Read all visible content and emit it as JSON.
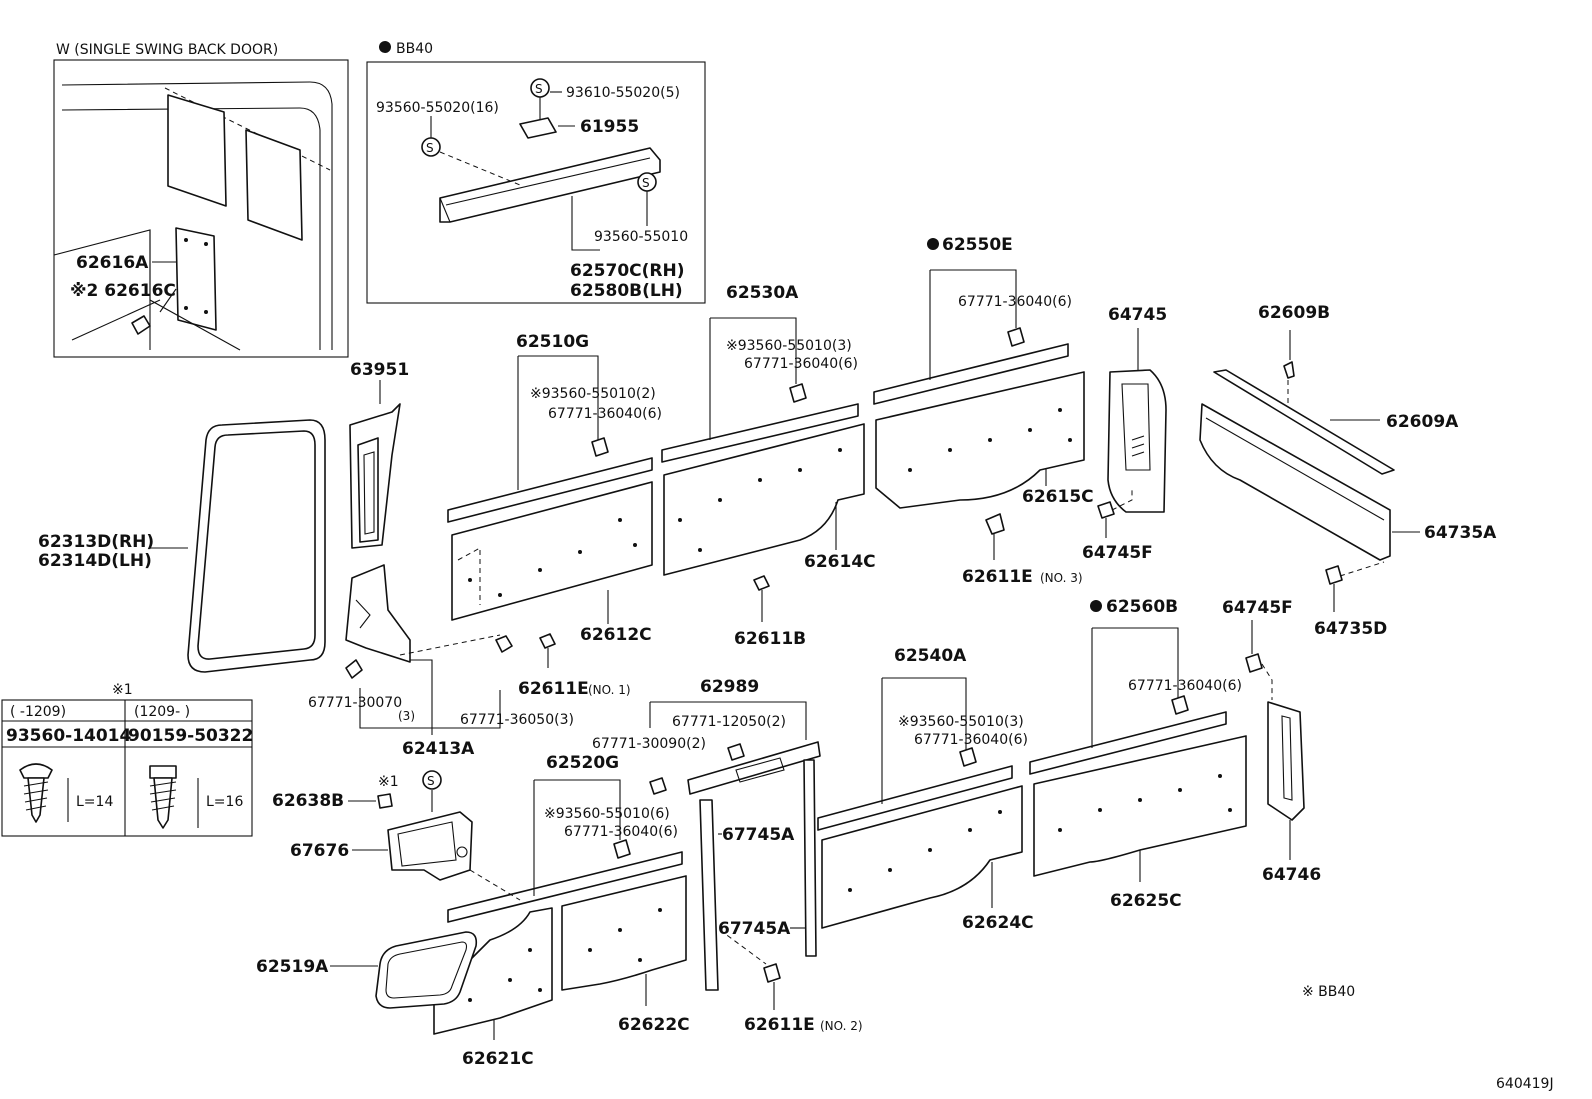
{
  "inset_left": {
    "title": "W (SINGLE SWING BACK DOOR)",
    "labels": [
      "62616A",
      "※2 62616C"
    ]
  },
  "inset_right": {
    "title": "BB40",
    "labels": [
      "93560-55020(16)",
      "93610-55020(5)",
      "61955",
      "93560-55010",
      "62570C(RH)",
      "62580B(LH)"
    ]
  },
  "table": {
    "note": "※1",
    "col1_header": "(   -1209)",
    "col2_header": "(1209-   )",
    "col1_part": "93560-14014",
    "col2_part": "90159-50322",
    "col1_length": "L=14",
    "col2_length": "L=16"
  },
  "labels": {
    "p62313": "62313D(RH)",
    "p62314": "62314D(LH)",
    "p63951": "63951",
    "p62510": "62510G",
    "p62510_a": "※93560-55010(2)",
    "p62510_b": "67771-36040(6)",
    "p62530": "62530A",
    "p62530_a": "※93560-55010(3)",
    "p62530_b": "67771-36040(6)",
    "p62550": "62550E",
    "p62550_a": "67771-36040(6)",
    "p64745": "64745",
    "p62609b": "62609B",
    "p62609a": "62609A",
    "p64735a": "64735A",
    "p64735d": "64735D",
    "p64745f1": "64745F",
    "p64745f2": "64745F",
    "p62615": "62615C",
    "p62611e3": "62611E",
    "p62611e3n": "(NO. 3)",
    "p62614": "62614C",
    "p62612": "62612C",
    "p62611b": "62611B",
    "p62611e1": "62611E",
    "p62611e1n": "(NO. 1)",
    "p67771_30070": "67771-30070",
    "p67771_30070q": "(3)",
    "p67771_36050": "67771-36050(3)",
    "p62413": "62413A",
    "p62989": "62989",
    "p62989_a": "67771-12050(2)",
    "p62989_b": "67771-30090(2)",
    "p62520": "62520G",
    "p62520_a": "※93560-55010(6)",
    "p62520_b": "67771-36040(6)",
    "p67745a1": "67745A",
    "p67745a2": "67745A",
    "p62540": "62540A",
    "p62540_a": "※93560-55010(3)",
    "p62540_b": "67771-36040(6)",
    "p62560": "62560B",
    "p62560_a": "67771-36040(6)",
    "p64746": "64746",
    "p62624": "62624C",
    "p62625": "62625C",
    "p62638": "62638B",
    "p62638_note": "※1",
    "p67676": "67676",
    "p62519": "62519A",
    "p62621": "62621C",
    "p62622": "62622C",
    "p62611e2": "62611E",
    "p62611e2n": "(NO. 2)",
    "footnote": "※ BB40",
    "diagram_id": "640419J"
  }
}
